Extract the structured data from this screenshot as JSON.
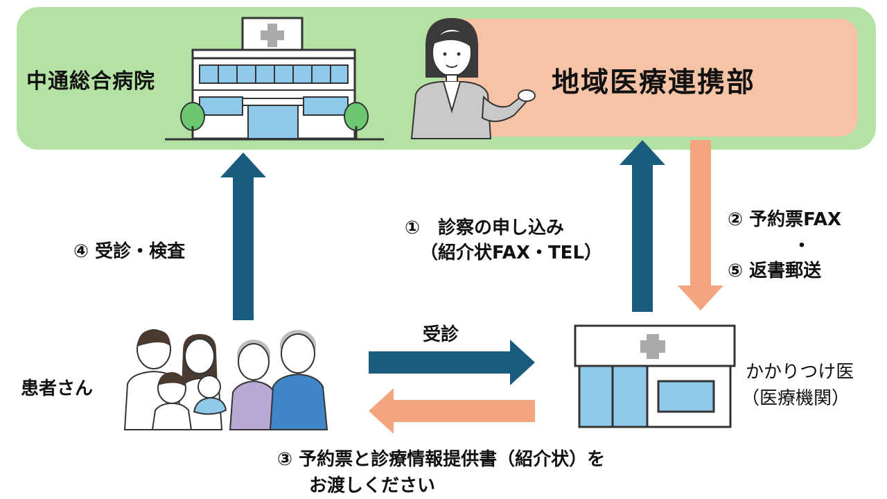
{
  "colors": {
    "band_green": "#b4e2a4",
    "dept_salmon": "#f6c3a7",
    "arrow_blue": "#1a5c7e",
    "arrow_salmon": "#f2a57f",
    "glass_blue": "#8ec9ea"
  },
  "hospital": {
    "name": "中通総合病院"
  },
  "department": {
    "name": "地域医療連携部"
  },
  "steps": {
    "s1_line1": "①　診察の申し込み",
    "s1_line2": "（紹介状FAX・TEL）",
    "s2_line1": "② 予約票FAX",
    "s2_dot": "・",
    "s5_line": "⑤ 返書郵送",
    "s4": "④ 受診・検査",
    "visit": "受診",
    "s3_line1": "③ 予約票と診療情報提供書（紹介状）を",
    "s3_line2": "お渡しください"
  },
  "patients": {
    "label": "患者さん"
  },
  "clinic": {
    "line1": "かかりつけ医",
    "line2": "（医療機関）"
  },
  "icons": {
    "hospital": "hospital-building-icon",
    "staff": "staff-woman-icon",
    "family": "family-icon",
    "clinic": "clinic-building-icon"
  }
}
